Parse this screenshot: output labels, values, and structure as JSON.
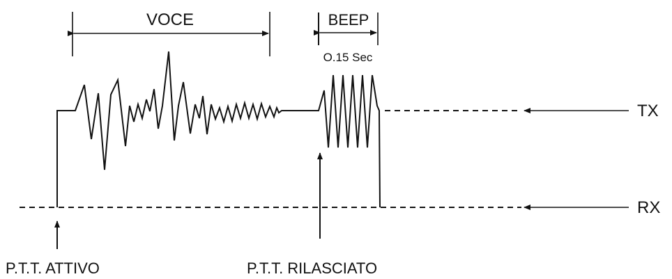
{
  "labels": {
    "voice": "VOCE",
    "beep": "BEEP",
    "beep_duration": "O.15 Sec",
    "tx": "TX",
    "rx": "RX",
    "ptt_on": "P.T.T. ATTIVO",
    "ptt_off": "P.T.T. RILASCIATO"
  },
  "colors": {
    "ink": "#111111",
    "background": "#ffffff"
  }
}
